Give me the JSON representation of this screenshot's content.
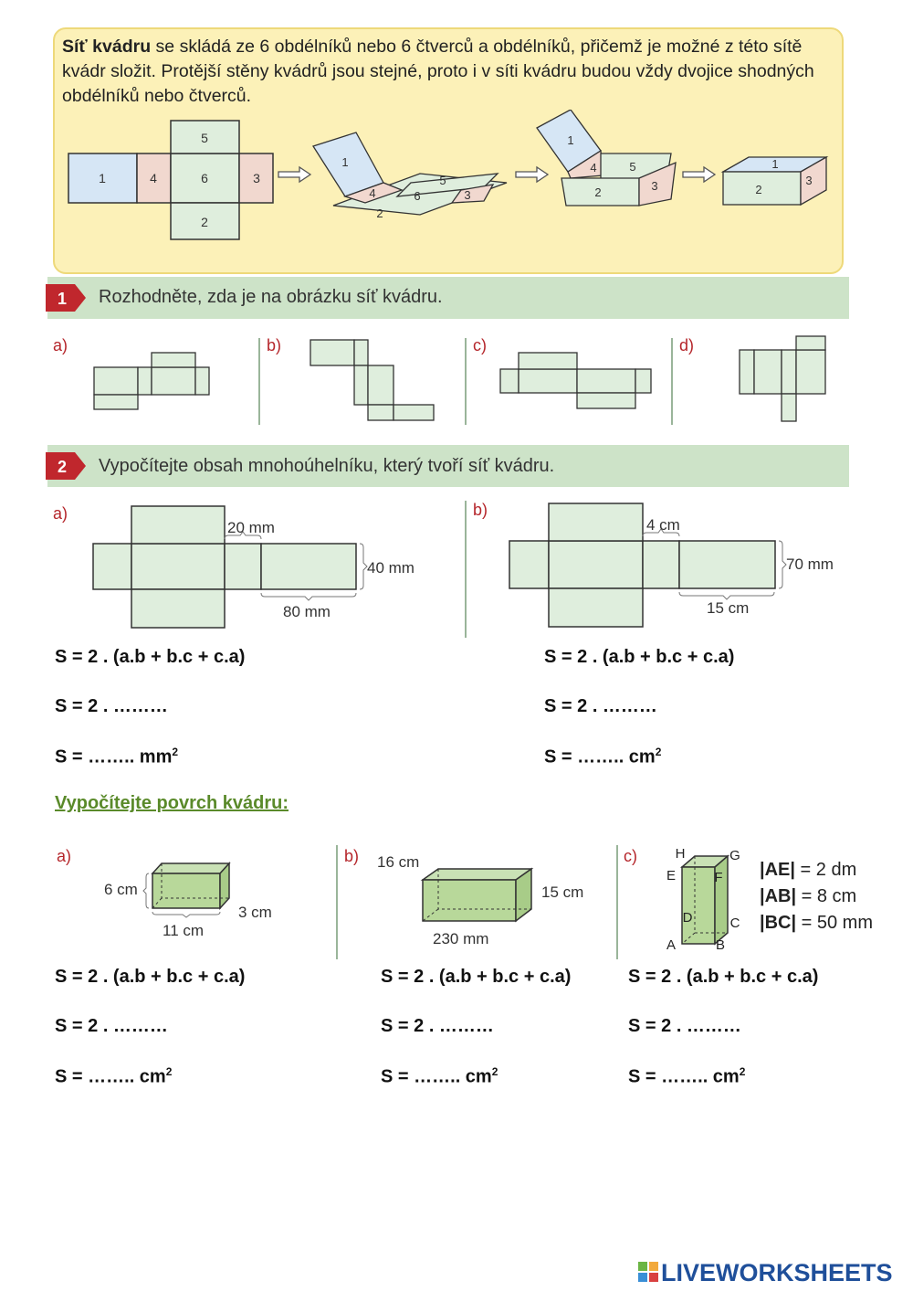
{
  "intro": {
    "bold_term": "Síť kvádru",
    "text_rest": " se skládá ze 6 obdélníků nebo 6 čtverců a obdélníků, přičemž je možné z této sítě kvádr složit. Protější stěny kvádrů jsou stejné, proto i v síti kvádru budou vždy dvojice shodných obdélníků nebo čtverců.",
    "net_faces": [
      "1",
      "4",
      "6",
      "3",
      "5",
      "2"
    ],
    "colors": {
      "blue": "#d6e6f5",
      "pink": "#f1d8cf",
      "green": "#dfeedd"
    }
  },
  "task1": {
    "number": "1",
    "title": "Rozhodněte, zda je na obrázku síť kvádru.",
    "labels": [
      "a)",
      "b)",
      "c)",
      "d)"
    ]
  },
  "task2": {
    "number": "2",
    "title": "Vypočítejte obsah mnohoúhelníku, který tvoří síť kvádru.",
    "a": {
      "label": "a)",
      "d1": "20 mm",
      "d2": "40 mm",
      "d3": "80 mm"
    },
    "b": {
      "label": "b)",
      "d1": "4 cm",
      "d2": "70 mm",
      "d3": "15 cm"
    },
    "formula_a": {
      "line1": "S = 2 . (a.b + b.c + c.a)",
      "line2": "S = 2 . ………",
      "line3": "S = …….. mm",
      "exp": "2"
    },
    "formula_b": {
      "line1": "S = 2 . (a.b + b.c + c.a)",
      "line2": "S = 2 . ………",
      "line3": "S = …….. cm",
      "exp": "2"
    }
  },
  "task3": {
    "heading": "Vypočítejte povrch kvádru:",
    "a": {
      "label": "a)",
      "h": "6 cm",
      "w": "3 cm",
      "l": "11 cm"
    },
    "b": {
      "label": "b)",
      "l": "16 cm",
      "h": "15 cm",
      "w": "230 mm"
    },
    "c": {
      "label": "c)",
      "vertices": [
        "H",
        "G",
        "E",
        "F",
        "D",
        "C",
        "A",
        "B"
      ],
      "m1_key": "|AE|",
      "m1_val": " = 2 dm",
      "m2_key": "|AB|",
      "m2_val": " = 8 cm",
      "m3_key": "|BC|",
      "m3_val": " = 50 mm"
    },
    "formulas": [
      {
        "line1": "S = 2 . (a.b + b.c + c.a)",
        "line2": "S = 2 . ………",
        "line3": "S = …….. cm",
        "exp": "2"
      },
      {
        "line1": "S = 2 . (a.b + b.c + c.a)",
        "line2": "S = 2 . ………",
        "line3": "S = …….. cm",
        "exp": "2"
      },
      {
        "line1": "S = 2 . (a.b + b.c + c.a)",
        "line2": "S = 2 . ………",
        "line3": "S = …….. cm",
        "exp": "2"
      }
    ]
  },
  "footer": {
    "logo": "LIVEWORKSHEETS"
  },
  "accent": {
    "red": "#c0272d",
    "band": "#cde3c8",
    "heading_green": "#5a8a2a"
  }
}
